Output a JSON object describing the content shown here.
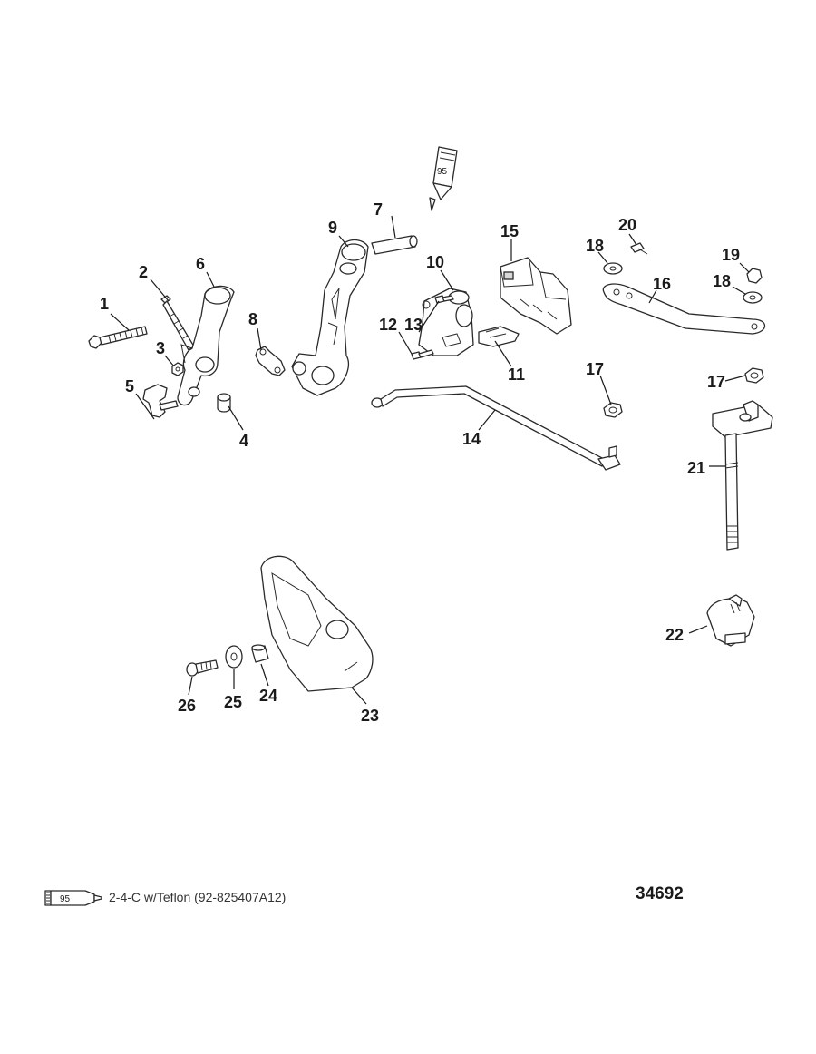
{
  "diagram": {
    "number": "34692",
    "legend": {
      "tube_label": "95",
      "text": "2-4-C w/Teflon (92-825407A12)"
    },
    "sealant_tube_label": "95",
    "callouts": [
      {
        "id": "1",
        "label": "1"
      },
      {
        "id": "2",
        "label": "2"
      },
      {
        "id": "3",
        "label": "3"
      },
      {
        "id": "4",
        "label": "4"
      },
      {
        "id": "5",
        "label": "5"
      },
      {
        "id": "6",
        "label": "6"
      },
      {
        "id": "7",
        "label": "7"
      },
      {
        "id": "8",
        "label": "8"
      },
      {
        "id": "9",
        "label": "9"
      },
      {
        "id": "10",
        "label": "10"
      },
      {
        "id": "11",
        "label": "11"
      },
      {
        "id": "12",
        "label": "12"
      },
      {
        "id": "13",
        "label": "13"
      },
      {
        "id": "14",
        "label": "14"
      },
      {
        "id": "15",
        "label": "15"
      },
      {
        "id": "16",
        "label": "16"
      },
      {
        "id": "17a",
        "label": "17"
      },
      {
        "id": "17b",
        "label": "17"
      },
      {
        "id": "18a",
        "label": "18"
      },
      {
        "id": "18b",
        "label": "18"
      },
      {
        "id": "19",
        "label": "19"
      },
      {
        "id": "20",
        "label": "20"
      },
      {
        "id": "21",
        "label": "21"
      },
      {
        "id": "22",
        "label": "22"
      },
      {
        "id": "23",
        "label": "23"
      },
      {
        "id": "24",
        "label": "24"
      },
      {
        "id": "25",
        "label": "25"
      },
      {
        "id": "26",
        "label": "26"
      }
    ]
  }
}
